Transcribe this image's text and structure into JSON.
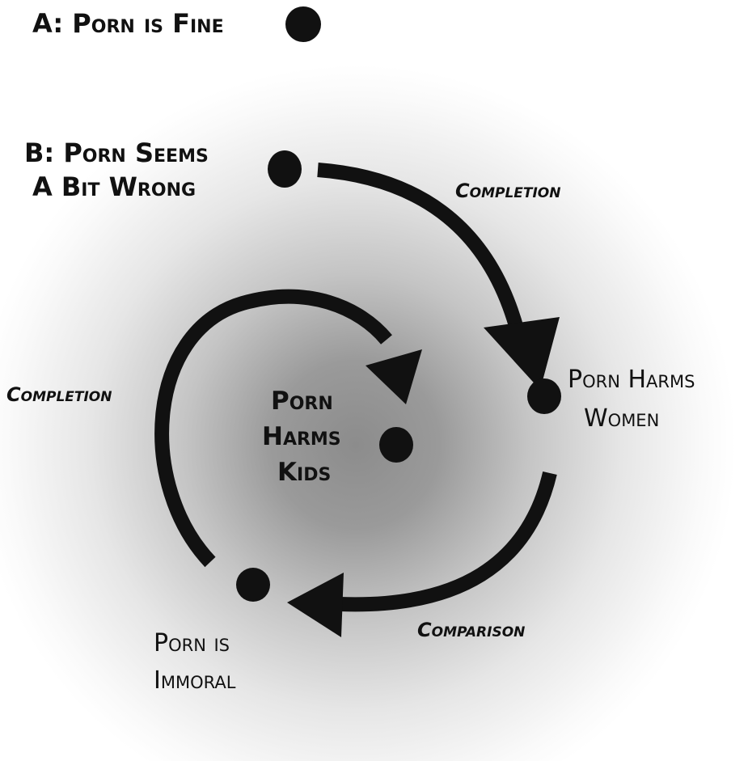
{
  "title_a": "A: Porn is Fine",
  "title_b_line1": "B: Porn Seems",
  "title_b_line2": "A Bit Wrong",
  "nodes": {
    "women_line1": "Porn Harms",
    "women_line2": "Women",
    "kids_line1": "Porn",
    "kids_line2": "Harms",
    "kids_line3": "Kids",
    "immoral_line1": "Porn is",
    "immoral_line2": "Immoral"
  },
  "edges": {
    "b_to_women": "Completion",
    "women_to_immoral": "Comparison",
    "immoral_to_kids": "Completion"
  },
  "colors": {
    "ink": "#111111",
    "shade": "#8a8a8a"
  }
}
